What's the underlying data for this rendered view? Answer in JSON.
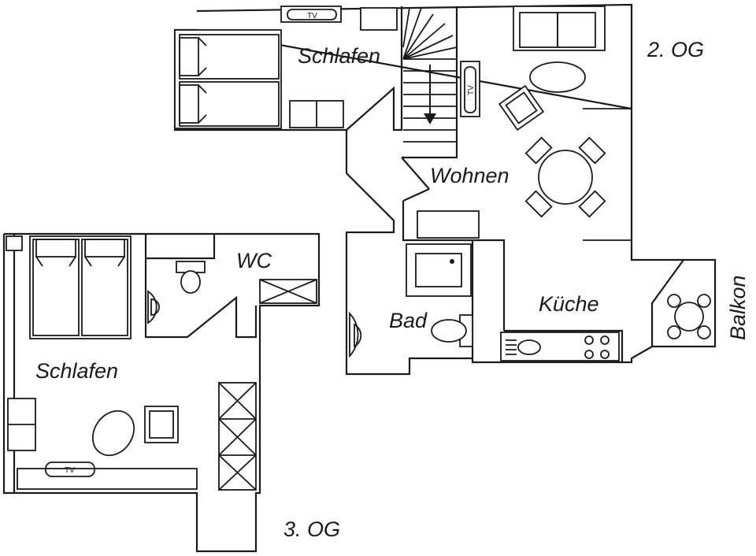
{
  "floor_2": {
    "level_label": "2. OG",
    "rooms": {
      "bedroom": "Schlafen",
      "living": "Wohnen",
      "bath": "Bad",
      "kitchen": "Küche",
      "balcony": "Balkon"
    },
    "tv_labels": [
      "TV",
      "TV"
    ]
  },
  "floor_3": {
    "level_label": "3. OG",
    "rooms": {
      "bedroom": "Schlafen",
      "wc": "WC"
    },
    "tv_label": "TV"
  },
  "colors": {
    "line": "#1a1a1a",
    "background": "#ffffff"
  }
}
